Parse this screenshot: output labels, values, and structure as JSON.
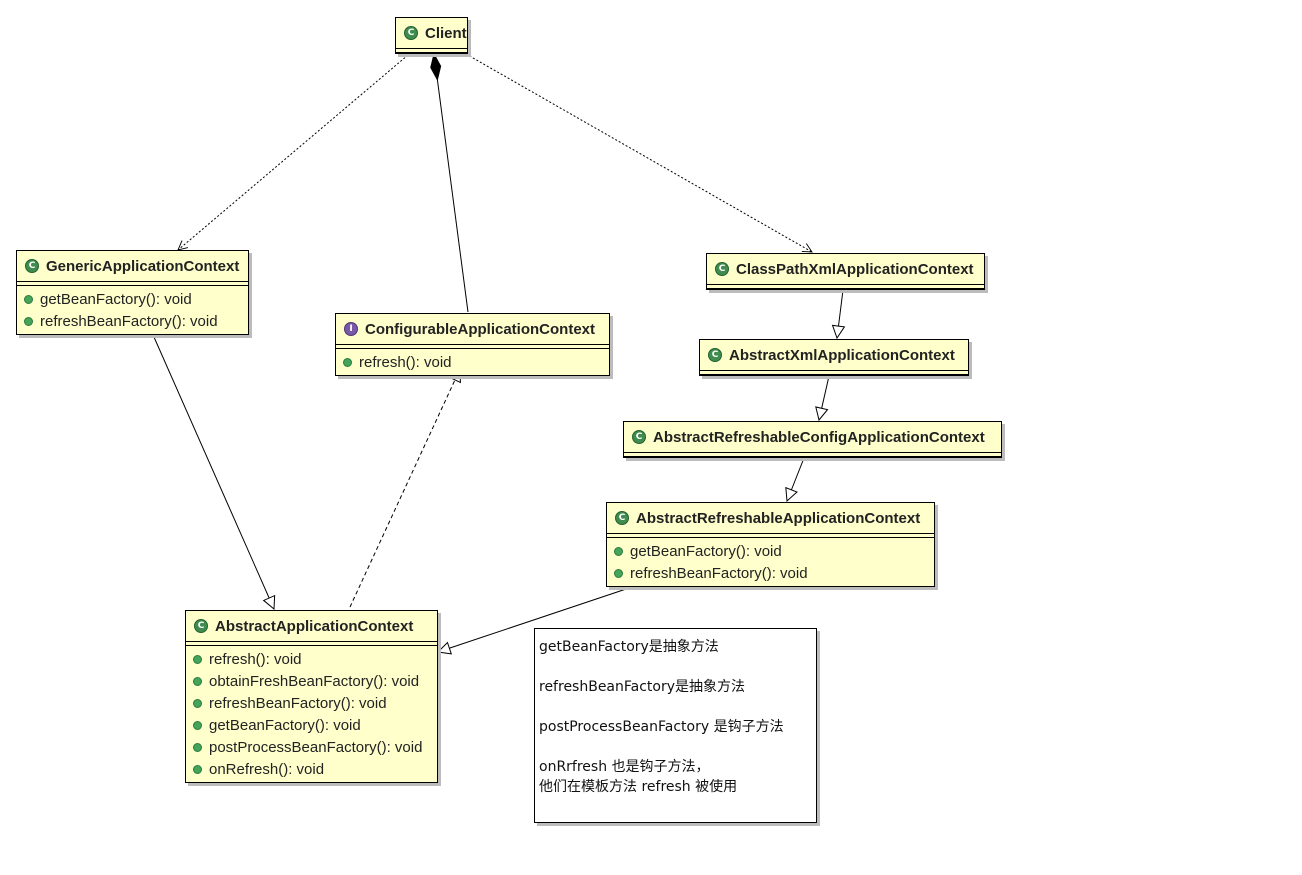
{
  "classes": {
    "client": {
      "name": "Client",
      "kind": "class"
    },
    "generic": {
      "name": "GenericApplicationContext",
      "kind": "class",
      "methods": [
        "getBeanFactory(): void",
        "refreshBeanFactory(): void"
      ]
    },
    "configurable": {
      "name": "ConfigurableApplicationContext",
      "kind": "interface",
      "methods": [
        "refresh(): void"
      ]
    },
    "classpath": {
      "name": "ClassPathXmlApplicationContext",
      "kind": "class"
    },
    "abstractXml": {
      "name": "AbstractXmlApplicationContext",
      "kind": "class"
    },
    "abstractRefreshableConfig": {
      "name": "AbstractRefreshableConfigApplicationContext",
      "kind": "class"
    },
    "abstractRefreshable": {
      "name": "AbstractRefreshableApplicationContext",
      "kind": "class",
      "methods": [
        "getBeanFactory(): void",
        "refreshBeanFactory(): void"
      ]
    },
    "abstractApp": {
      "name": "AbstractApplicationContext",
      "kind": "class",
      "methods": [
        "refresh(): void",
        "obtainFreshBeanFactory(): void",
        "refreshBeanFactory(): void",
        "getBeanFactory(): void",
        "postProcessBeanFactory(): void",
        "onRefresh(): void"
      ]
    }
  },
  "icons": {
    "class": "class-icon",
    "interface": "interface-icon",
    "method": "public-method-icon"
  },
  "badges": {
    "class": "C",
    "interface": "I"
  },
  "colors": {
    "class_fill": "#ffffcc",
    "class_badge": "#3f8c4e",
    "interface_badge": "#7a58a8",
    "method_dot": "#44a45a"
  },
  "note": {
    "lines": [
      "getBeanFactory是抽象方法",
      "",
      "refreshBeanFactory是抽象方法",
      "",
      "postProcessBeanFactory 是钩子方法",
      "",
      "onRrfresh 也是钩子方法，",
      "他们在模板方法 refresh 被使用"
    ]
  },
  "relations": [
    {
      "from": "client",
      "to": "generic",
      "type": "dependency"
    },
    {
      "from": "client",
      "to": "classpath",
      "type": "dependency"
    },
    {
      "from": "configurable",
      "to": "client",
      "type": "composition"
    },
    {
      "from": "generic",
      "to": "abstractApp",
      "type": "generalization"
    },
    {
      "from": "abstractApp",
      "to": "configurable",
      "type": "realization"
    },
    {
      "from": "classpath",
      "to": "abstractXml",
      "type": "generalization"
    },
    {
      "from": "abstractXml",
      "to": "abstractRefreshableConfig",
      "type": "generalization"
    },
    {
      "from": "abstractRefreshableConfig",
      "to": "abstractRefreshable",
      "type": "generalization"
    },
    {
      "from": "abstractRefreshable",
      "to": "abstractApp",
      "type": "generalization"
    }
  ]
}
